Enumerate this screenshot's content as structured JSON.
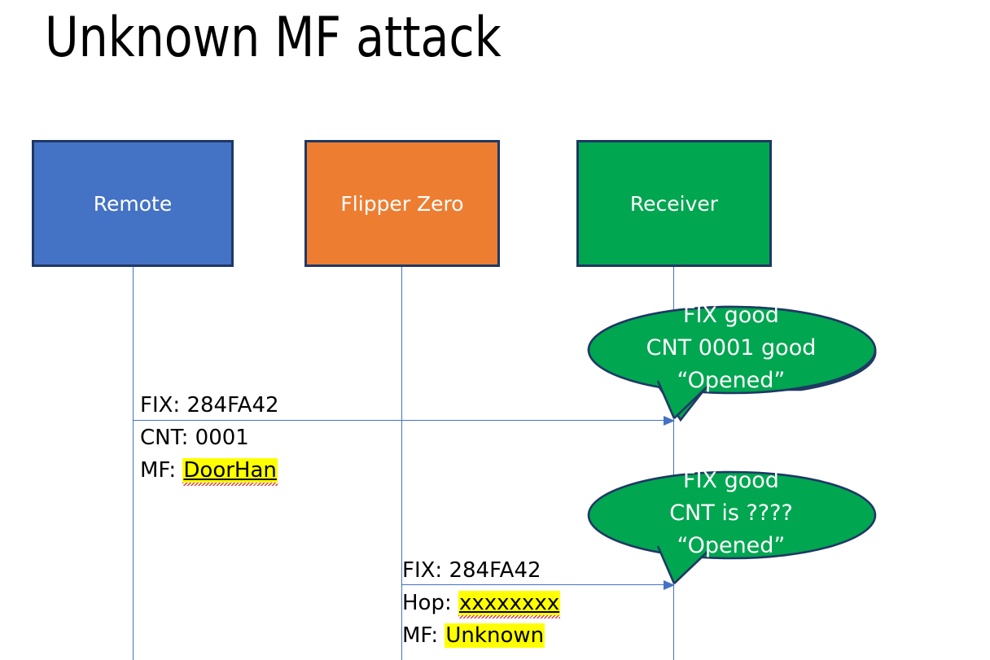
{
  "slide": {
    "title": "Unknown MF attack",
    "background_color": "#FFFFFF"
  },
  "colors": {
    "remote_fill": "#4472C4",
    "flipper_fill": "#ED7D31",
    "receiver_fill": "#00A650",
    "bubble_fill": "#00A650",
    "border": "#1F3864",
    "lifeline": "#4472C4",
    "highlight": "#FFFF00",
    "text_dark": "#000000",
    "text_light": "#FFFFFF"
  },
  "actors": [
    {
      "id": "remote",
      "label": "Remote"
    },
    {
      "id": "flipper",
      "label": "Flipper Zero"
    },
    {
      "id": "receiver",
      "label": "Receiver"
    }
  ],
  "messages": [
    {
      "id": "message-1",
      "from": "remote",
      "to": "receiver",
      "lines": [
        {
          "label": "FIX: 284FA42",
          "highlight": false
        },
        {
          "label": "CNT: 0001",
          "highlight": false
        },
        {
          "prefix": "MF: ",
          "value": "DoorHan",
          "highlight": true,
          "misspelled": true
        }
      ]
    },
    {
      "id": "message-2",
      "from": "flipper",
      "to": "receiver",
      "lines": [
        {
          "label": "FIX: 284FA42",
          "highlight": false
        },
        {
          "prefix": "Hop: ",
          "value": "xxxxxxxx",
          "highlight": true,
          "misspelled": true
        },
        {
          "prefix": "MF: ",
          "value": "Unknown",
          "highlight": true,
          "misspelled": false
        }
      ]
    }
  ],
  "message_text": {
    "m1_l1": "FIX: 284FA42",
    "m1_l2": "CNT: 0001",
    "m1_l3_prefix": "MF: ",
    "m1_l3_value": "DoorHan",
    "m2_l1": "FIX: 284FA42",
    "m2_l2_prefix": "Hop: ",
    "m2_l2_value": "xxxxxxxx",
    "m2_l3_prefix": "MF: ",
    "m2_l3_value": "Unknown"
  },
  "bubbles": [
    {
      "id": "bubble-1",
      "owner": "receiver",
      "lines": [
        "FIX good",
        "CNT 0001 good",
        "“Opened”"
      ]
    },
    {
      "id": "bubble-2",
      "owner": "receiver",
      "lines": [
        "FIX good",
        "CNT is ????",
        "“Opened”"
      ]
    }
  ],
  "bubble_text": {
    "b1_l1": "FIX good",
    "b1_l2": "CNT 0001 good",
    "b1_l3": "“Opened”",
    "b2_l1": "FIX good",
    "b2_l2": "CNT is ????",
    "b2_l3": "“Opened”"
  }
}
